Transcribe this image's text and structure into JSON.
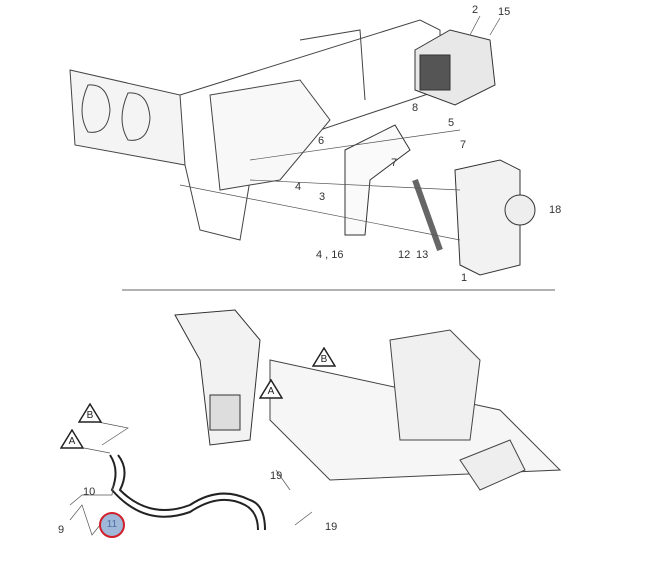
{
  "top_diagram": {
    "callouts": [
      "2",
      "15",
      "8",
      "5",
      "6",
      "7",
      "7",
      "4",
      "3",
      "18",
      "4 , 16",
      "12",
      "13",
      "1"
    ]
  },
  "bottom_diagram": {
    "reference_markers": [
      "B",
      "A",
      "B",
      "A"
    ],
    "callouts": [
      "10",
      "9",
      "19",
      "19"
    ],
    "highlighted_callout": {
      "label": "11",
      "color": "#d0202a"
    }
  }
}
